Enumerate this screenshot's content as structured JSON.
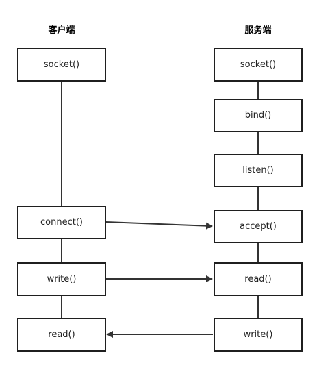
{
  "titles": {
    "client": "客户端",
    "server": "服务端"
  },
  "client": {
    "socket": "socket()",
    "connect": "connect()",
    "write": "write()",
    "read": "read()"
  },
  "server": {
    "socket": "socket()",
    "bind": "bind()",
    "listen": "listen()",
    "accept": "accept()",
    "read": "read()",
    "write": "write()"
  },
  "colors": {
    "line": "#333333",
    "border": "#1f1f1f",
    "text": "#222222"
  }
}
